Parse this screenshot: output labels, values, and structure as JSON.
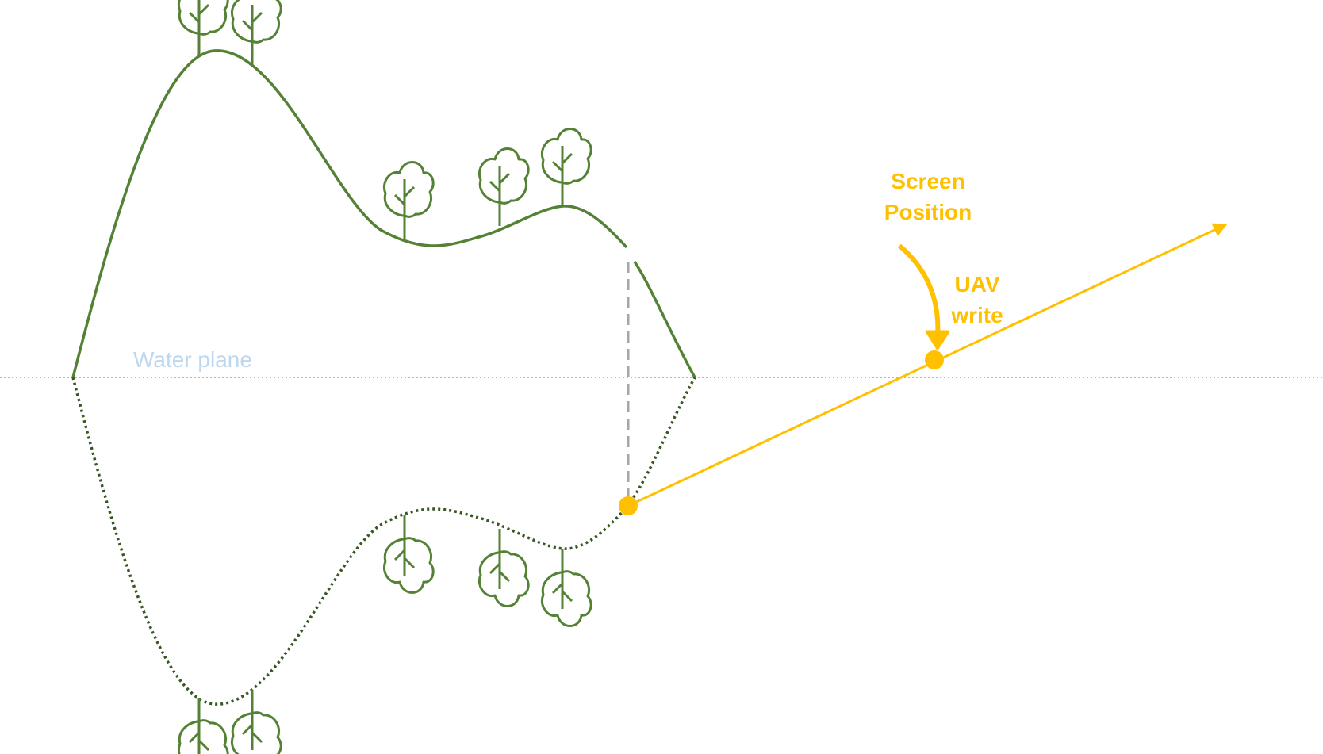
{
  "labels": {
    "water_plane": "Water plane",
    "screen_position_line1": "Screen",
    "screen_position_line2": "Position",
    "uav_write_line1": "UAV",
    "uav_write_line2": "write"
  },
  "colors": {
    "terrain": "#548235",
    "reflection": "#385723",
    "water_line": "#7fa7d9",
    "water_label": "#bdd7ee",
    "accent": "#ffc000",
    "projection_line": "#a6a6a6",
    "background": "#ffffff"
  },
  "icons": {
    "tree": "tree-icon",
    "arrow": "curved-arrow-icon",
    "point": "dot-marker"
  }
}
